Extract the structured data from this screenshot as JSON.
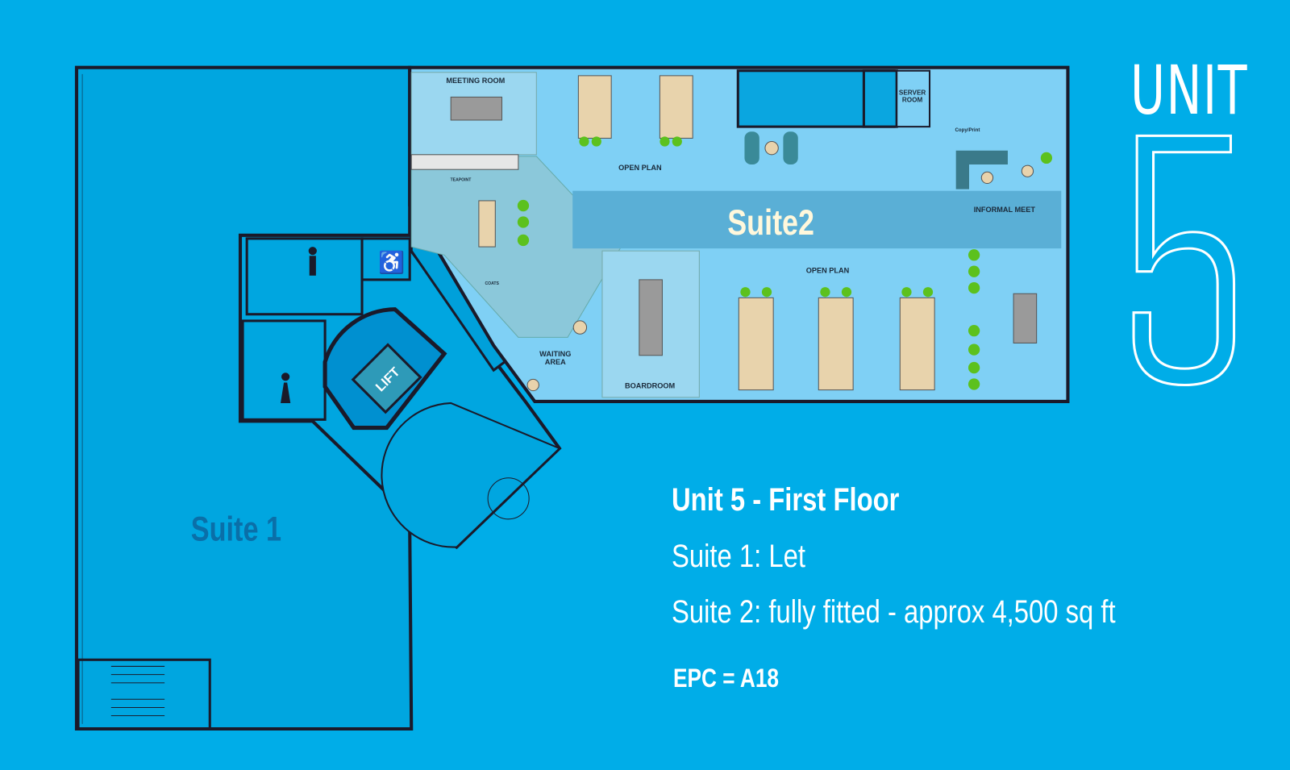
{
  "brand": {
    "unit_word": "UNIT",
    "unit_number": "5"
  },
  "plan": {
    "suite1_label": "Suite 1",
    "suite2_label": "Suite2",
    "rooms": {
      "meeting_room": "MEETING ROOM",
      "open_plan_top": "OPEN PLAN",
      "open_plan_bottom": "OPEN PLAN",
      "server_room_1": "SERVER",
      "server_room_2": "ROOM",
      "copy_print": "Copy/Print",
      "informal_meet": "INFORMAL MEET",
      "teapoint": "TEAPOINT",
      "coats": "COATS",
      "waiting_area_1": "WAITING",
      "waiting_area_2": "AREA",
      "boardroom": "BOARDROOM",
      "lift": "LIFT"
    }
  },
  "info": {
    "title": "Unit 5 - First Floor",
    "suite1": "Suite 1: Let",
    "suite2": "Suite 2: fully fitted - approx 4,500 sq ft",
    "epc": "EPC = A18"
  },
  "colors": {
    "background": "#00ADE8",
    "suite2_floor": "#7FD0F5",
    "band": "#5AAFD6",
    "wall": "#1a1a2a",
    "desk": "#E8D3AC",
    "plant": "#5CC11E"
  }
}
